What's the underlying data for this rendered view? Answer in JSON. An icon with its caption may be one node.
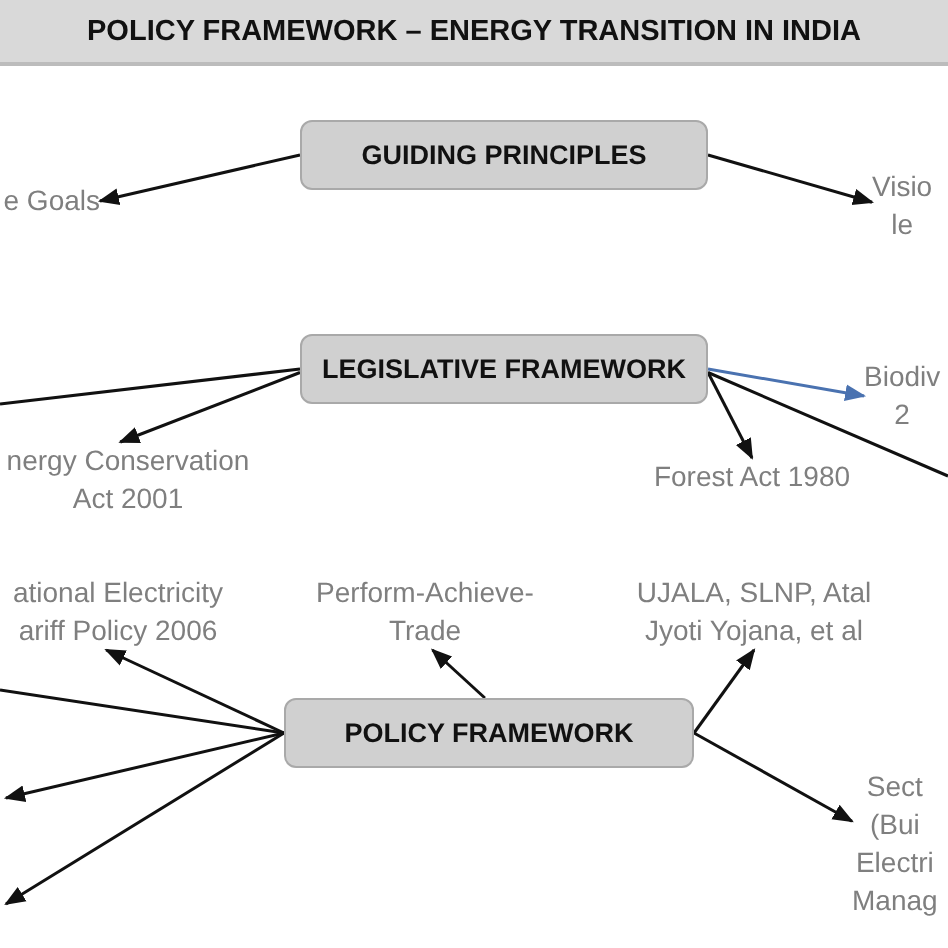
{
  "diagram": {
    "title": "POLICY FRAMEWORK – ENERGY TRANSITION IN INDIA",
    "nodes": [
      {
        "text": [
          "GUIDING PRINCIPLES"
        ]
      },
      {
        "text": [
          "e Goals"
        ]
      },
      {
        "text": [
          "Visio le"
        ]
      },
      {
        "text": [
          "LEGISLATIVE FRAMEWORK"
        ]
      },
      {
        "text": [
          "nergy Conservation Act 2001"
        ]
      },
      {
        "text": [
          "Forest Act 1980"
        ]
      },
      {
        "text": [
          "Biodiv 2"
        ]
      },
      {
        "text": [
          "ational Electricity ariff Policy 2006"
        ]
      },
      {
        "text": [
          "Perform-Achieve-Trade"
        ]
      },
      {
        "text": [
          "UJALA, SLNP, Atal Jyoti Yojana, et al"
        ]
      },
      {
        "text": [
          "POLICY FRAMEWORK"
        ]
      },
      {
        "text": [
          "Sect (Bui Electri Manag"
        ]
      }
    ],
    "edges": [
      {
        "from": 0,
        "to": 1,
        "arrow": "to"
      },
      {
        "from": 0,
        "to": 2,
        "arrow": "to"
      },
      {
        "from": 3,
        "to": null,
        "arrow": "none"
      },
      {
        "from": 3,
        "to": 4,
        "arrow": "to"
      },
      {
        "from": 3,
        "to": 5,
        "arrow": "to"
      },
      {
        "from": 3,
        "to": 6,
        "arrow": "to",
        "color": "#4a72b0"
      },
      {
        "from": 3,
        "to": null,
        "arrow": "none"
      },
      {
        "from": 10,
        "to": 7,
        "arrow": "to"
      },
      {
        "from": 10,
        "to": 8,
        "arrow": "to"
      },
      {
        "from": 10,
        "to": 9,
        "arrow": "to"
      },
      {
        "from": 10,
        "to": 11,
        "arrow": "to"
      },
      {
        "from": 10,
        "to": null,
        "arrow": "none"
      },
      {
        "from": 10,
        "to": null,
        "arrow": "to"
      },
      {
        "from": 10,
        "to": null,
        "arrow": "to"
      }
    ]
  }
}
